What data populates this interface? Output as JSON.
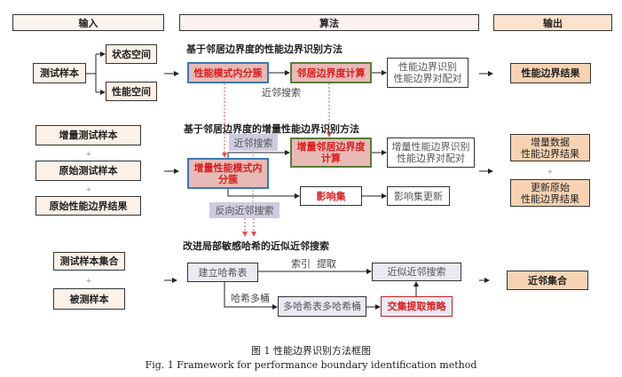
{
  "headers": {
    "input": "输入",
    "algorithm": "算法",
    "output": "输出"
  },
  "row1": {
    "input": {
      "sample": "测试样本",
      "state_space": "状态空间",
      "perf_space": "性能空间"
    },
    "algo": {
      "title": "基于邻居边界度的性能边界识别方法",
      "cluster": "性能模式内分簇",
      "degree": "邻居边界度计算",
      "result_line1": "性能边界识别",
      "result_line2": "性能边界对配对",
      "nn_label": "近邻搜索"
    },
    "output": {
      "result": "性能边界结果"
    }
  },
  "row2": {
    "input": {
      "inc_samples": "增量测试样本",
      "plus1": "+",
      "orig_samples": "原始测试样本",
      "plus2": "+",
      "orig_results": "原始性能边界结果"
    },
    "algo": {
      "title": "基于邻居边界度的增量性能边界识别方法",
      "nn_label": "近邻搜索",
      "inc_degree_line1": "增量邻居边界度",
      "inc_degree_line2": "计算",
      "inc_cluster_line1": "增量性能模式内",
      "inc_cluster_line2": "分簇",
      "inc_result_line1": "增量性能边界识别",
      "inc_result_line2": "性能边界对配对",
      "influence": "影响集",
      "influence_update": "影响集更新",
      "rnn_label": "反向近邻搜索"
    },
    "output": {
      "inc_line1": "增量数据",
      "inc_line2": "性能边界结果",
      "plus": "+",
      "upd_line1": "更新原始",
      "upd_line2": "性能边界结果"
    }
  },
  "row3": {
    "input": {
      "sample_set": "测试样本集合",
      "plus": "+",
      "query": "被测样本"
    },
    "algo": {
      "title": "改进局部敏感哈希的近似近邻搜索",
      "build": "建立哈希表",
      "index_label": "索引  提取",
      "ann": "近似近邻搜索",
      "multi_label": "哈希多桶",
      "multi": "多哈希表多哈希桶",
      "intersect": "交集提取策略"
    },
    "output": {
      "result": "近邻集合"
    }
  },
  "caption": {
    "zh": "图 1 性能边界识别方法框图",
    "en": "Fig. 1 Framework for performance boundary identification method"
  }
}
